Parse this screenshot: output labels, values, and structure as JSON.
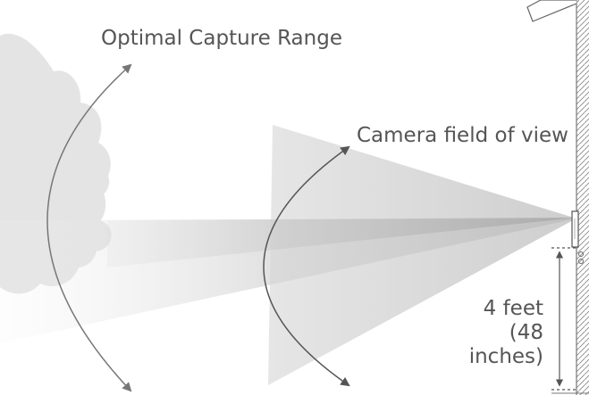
{
  "diagram": {
    "optimal_label": "Optimal Capture Range",
    "fov_label": "Camera field of view",
    "height_label": "4 feet",
    "height_sub_label": "(48 inches)"
  },
  "colors": {
    "text": "#555555",
    "tree": "#e3e3e3",
    "beam": "#b5b5b5",
    "line": "#555555"
  },
  "icons": {
    "camera": "doorbell-camera-icon",
    "tree": "tree-silhouette-icon"
  }
}
